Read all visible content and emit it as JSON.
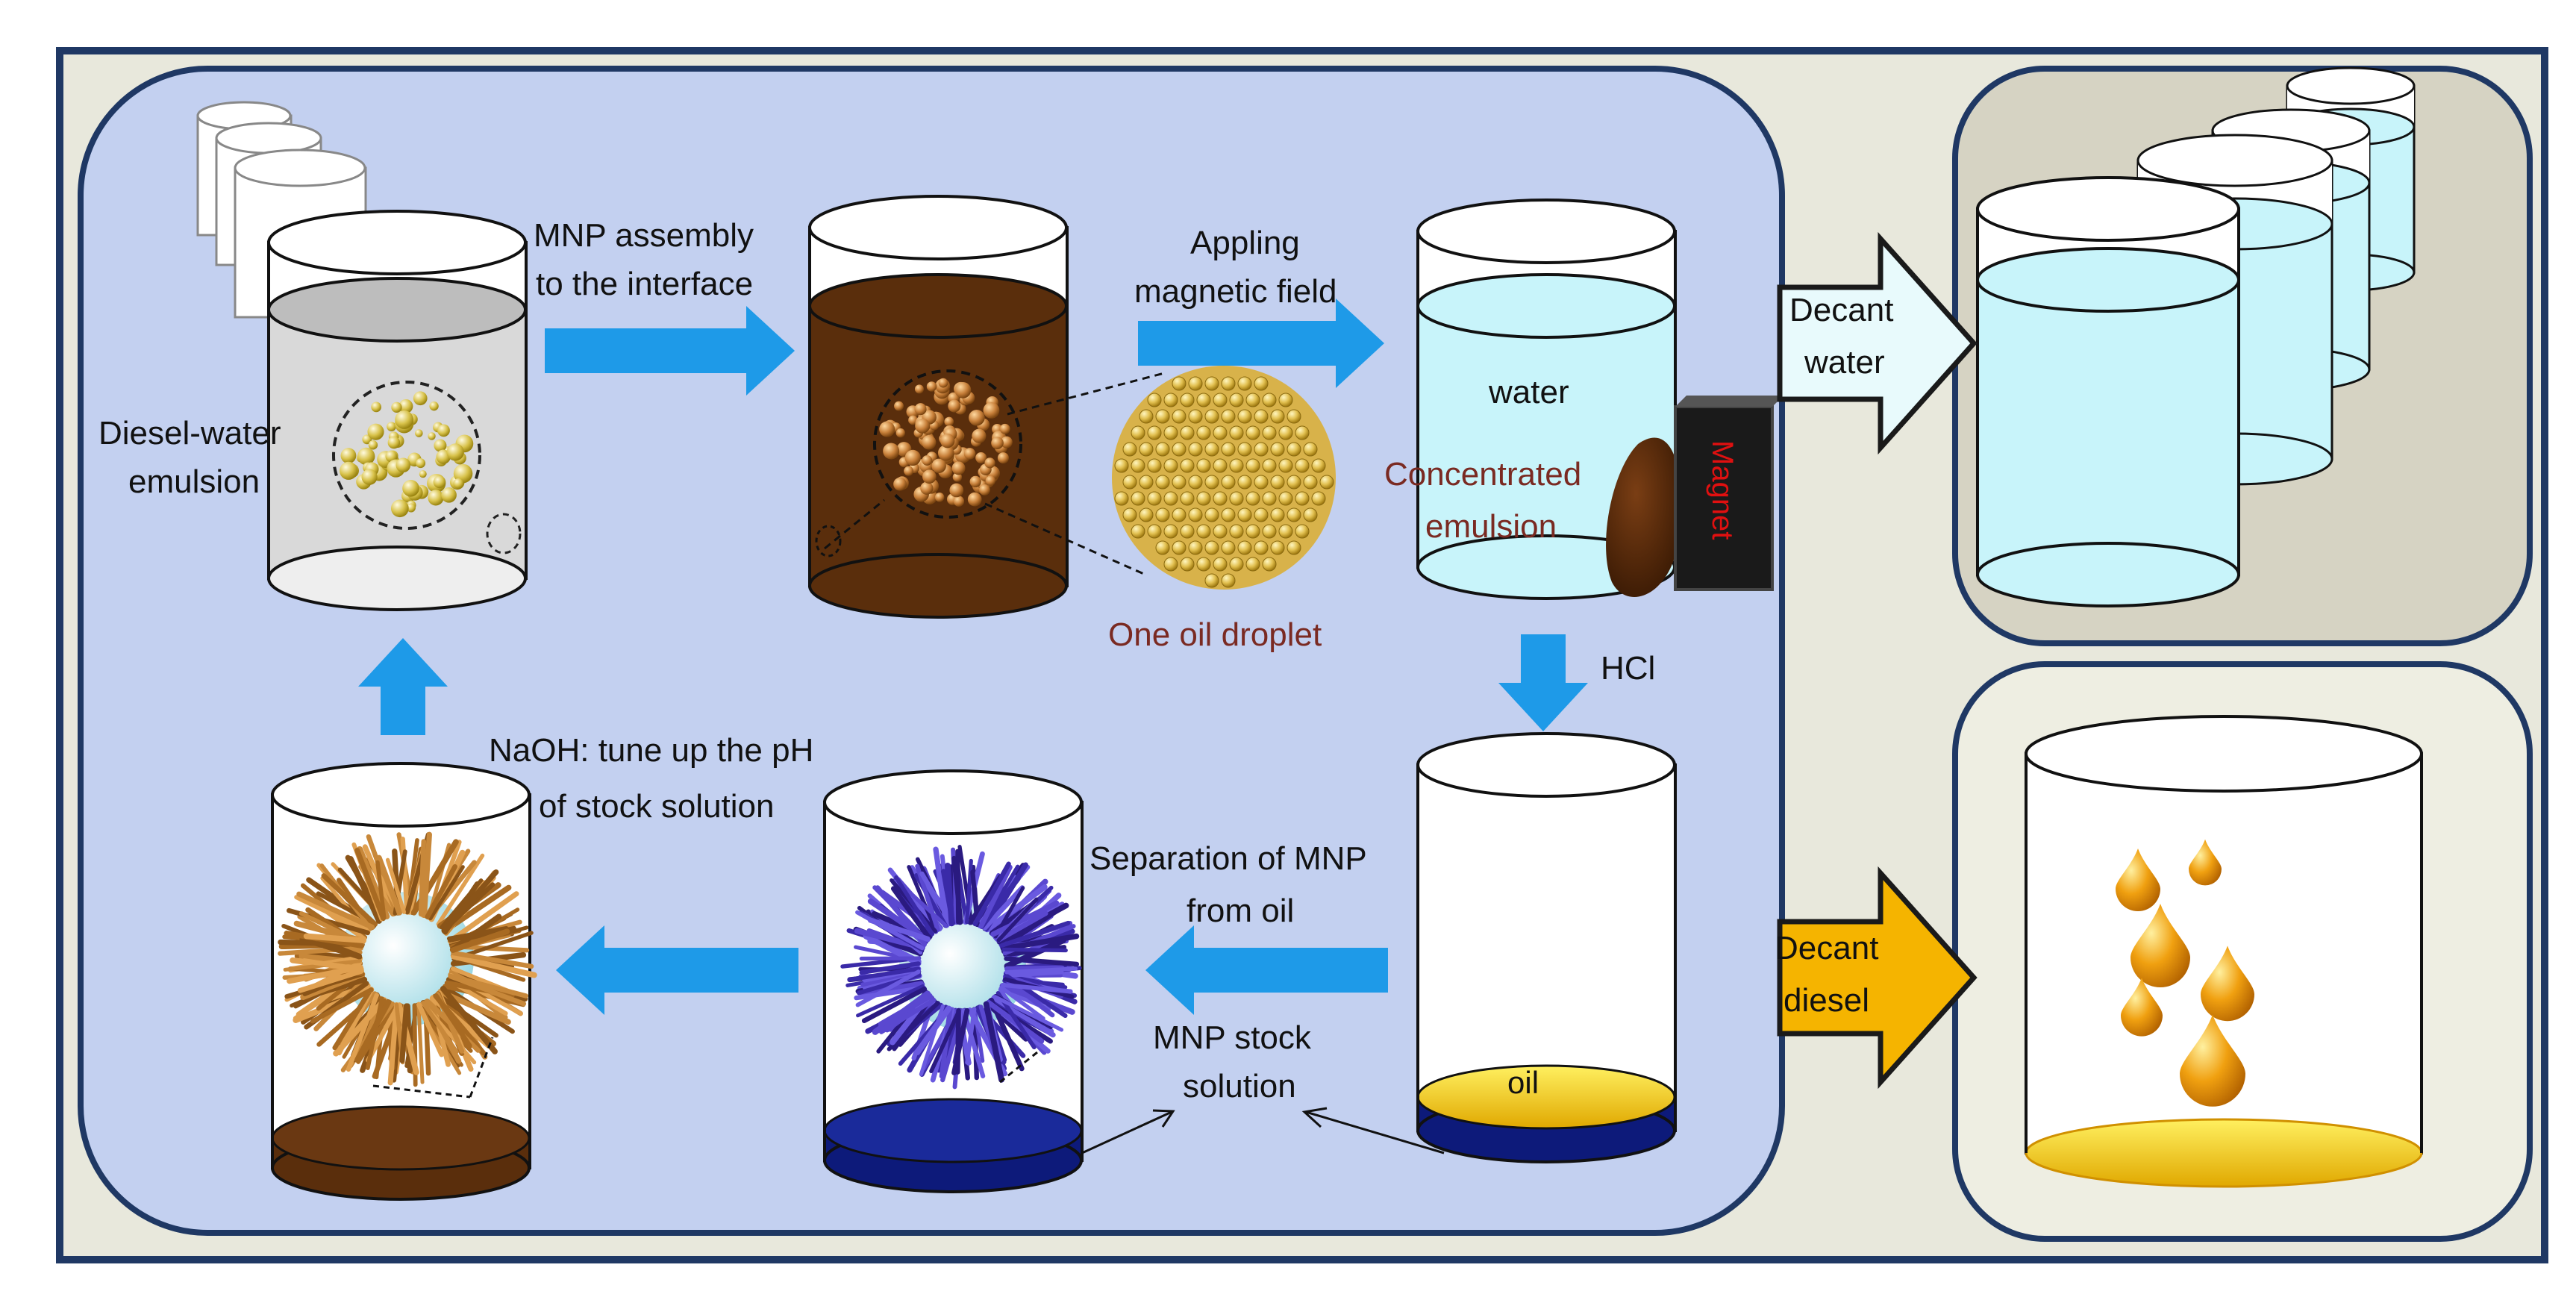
{
  "colors": {
    "outer_bg": "#e8e8dc",
    "outer_border": "#1f3864",
    "process_bg": "#c3d0f0",
    "panel_bg": "#d6d3c3",
    "panel_bg_light": "#eeeee2",
    "blue_arrow": "#1e9ae8",
    "water": "#c8f4fa",
    "brown": "#5a2e0c",
    "navy": "#0d1a7a",
    "oil": "#f2c400",
    "magnet": "#1a1a1a",
    "magnet_text": "#e01010",
    "maroon_text": "#7a2a22"
  },
  "labels": {
    "mnp_assembly": [
      "MNP assembly",
      "to the interface"
    ],
    "applying_field": [
      "Appling",
      "magnetic field"
    ],
    "diesel_water": [
      "Diesel-water",
      "emulsion"
    ],
    "water": "water",
    "concentrated": [
      "Concentrated",
      "emulsion"
    ],
    "magnet": "Magnet",
    "one_oil_droplet": "One oil droplet",
    "hcl": "HCl",
    "naoh": [
      "NaOH: tune up the pH",
      "of stock solution"
    ],
    "separation": [
      "Separation of MNP",
      "from oil"
    ],
    "stock_solution": [
      "MNP stock",
      "solution"
    ],
    "oil": "oil",
    "decant_water": [
      "Decant",
      "water"
    ],
    "decant_diesel": [
      "Decant",
      "diesel"
    ]
  }
}
